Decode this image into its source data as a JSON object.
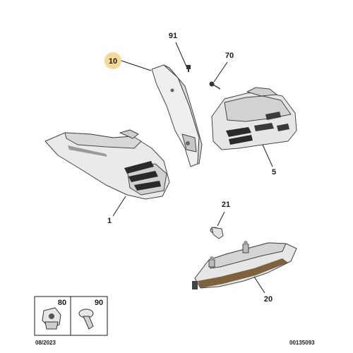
{
  "callouts": {
    "c10": "10",
    "c91": "91",
    "c70": "70",
    "c5": "5",
    "c1": "1",
    "c21": "21",
    "c20": "20"
  },
  "legend": {
    "c80": "80",
    "c90": "90"
  },
  "footer": {
    "date": "08/2023",
    "ref": "00135093"
  },
  "colors": {
    "highlight": "#f5d99a",
    "lens_dark": "#2a2a2a",
    "amber": "#6b4a1e"
  }
}
